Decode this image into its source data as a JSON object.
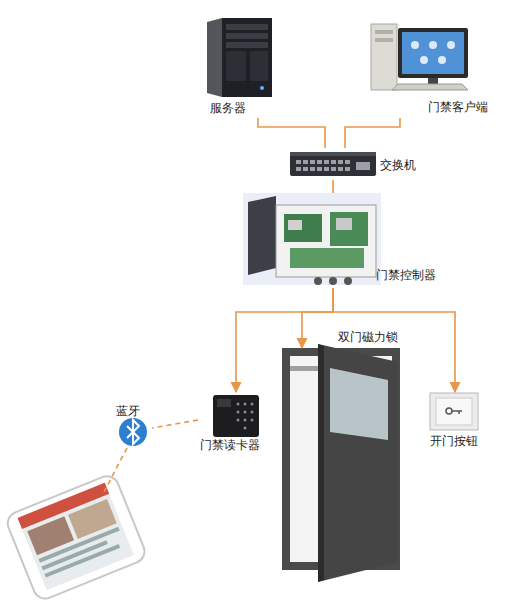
{
  "diagram": {
    "nodes": [
      {
        "text": [
          "服务器"
        ]
      },
      {
        "text": [
          "门禁客户端"
        ]
      },
      {
        "text": [
          "交换机"
        ]
      },
      {
        "text": [
          "门禁控制器"
        ]
      },
      {
        "text": [
          "双门磁力锁"
        ]
      },
      {
        "text": [
          "蓝牙"
        ]
      },
      {
        "text": [
          "门禁读卡器"
        ]
      },
      {
        "text": [
          "开门按钮"
        ]
      }
    ],
    "edges": [
      {
        "from": 0,
        "to": 2,
        "arrow": "none"
      },
      {
        "from": 1,
        "to": 2,
        "arrow": "none"
      },
      {
        "from": 2,
        "to": 3,
        "arrow": "none"
      },
      {
        "from": 3,
        "to": 6,
        "arrow": "to"
      },
      {
        "from": 3,
        "to": 4,
        "arrow": "to"
      },
      {
        "from": 3,
        "to": 7,
        "arrow": "to"
      },
      {
        "from": 6,
        "to": 5,
        "arrow": "none"
      }
    ]
  }
}
